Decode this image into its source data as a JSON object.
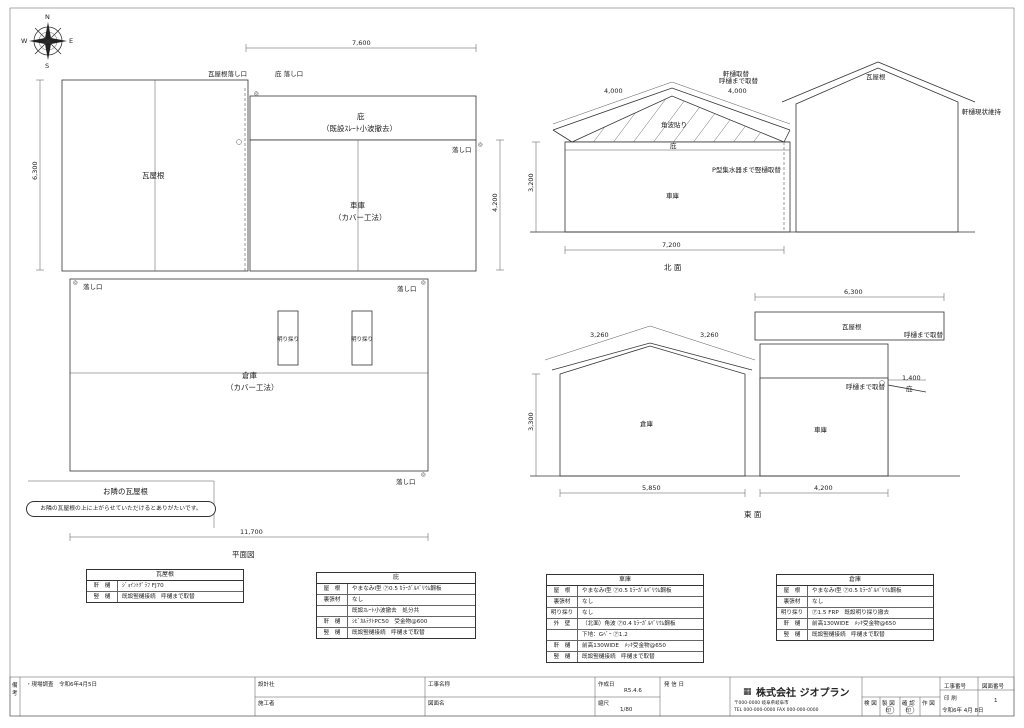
{
  "compass": {
    "n": "N",
    "s": "S",
    "e": "E",
    "w": "W"
  },
  "plan": {
    "caption": "平面図",
    "dims": {
      "top": "7,600",
      "left": "6,300",
      "right": "4,200",
      "bottom": "11,700"
    },
    "labels": {
      "tile_roof": "瓦屋根",
      "tile_roof_drain": "瓦屋根落し口",
      "eave_drain": "庇 落し口",
      "eave_title": "庇",
      "eave_sub": "（既設ｽﾚｰﾄ小波撤去）",
      "garage_title": "車庫",
      "garage_sub": "（カバー工法）",
      "drain_right": "落し口",
      "drain_wh_left": "落し口",
      "drain_wh_right": "落し口",
      "drain_bottom": "落し口",
      "skylight_1": "明り採り",
      "skylight_2": "明り採り",
      "warehouse_title": "倉庫",
      "warehouse_sub": "（カバー工法）"
    },
    "neighbor_box_title": "お隣の瓦屋根",
    "neighbor_note": "お隣の瓦屋根の上に上がらせていただけるとありがたいです。"
  },
  "north": {
    "caption": "北 面",
    "dims": {
      "slope_left": "4,000",
      "slope_right": "4,000",
      "height": "3,200",
      "width": "7,200"
    },
    "labels": {
      "gutter_ridge": "軒樋取替",
      "gutter_ridge2": "呼樋まで取替",
      "tile_roof": "瓦屋根",
      "gutter_keep": "軒樋現状維持",
      "triangle": "角波貼り",
      "eave": "庇",
      "collector": "P型集水器まで竪樋取替",
      "garage": "車庫"
    }
  },
  "east": {
    "caption": "東 面",
    "dims": {
      "slope_left": "3,260",
      "slope_right": "3,260",
      "height": "3,300",
      "top": "6,300",
      "eave": "1,400",
      "width_left": "5,850",
      "width_right": "4,200"
    },
    "labels": {
      "tile_roof": "瓦屋根",
      "gutter_top": "呼樋まで取替",
      "gutter_mid": "呼樋まで取替",
      "eave": "庇",
      "warehouse": "倉庫",
      "garage": "車庫"
    }
  },
  "specs": {
    "tile": {
      "title": "瓦屋根",
      "rows": [
        {
          "label": "軒　樋",
          "value": "ｼﾞｮｲﾝﾄｸﾞﾗﾌ FJ70"
        },
        {
          "label": "竪　樋",
          "value": "既設竪樋接続　呼樋まで取替"
        }
      ]
    },
    "eave": {
      "title": "庇",
      "rows": [
        {
          "label": "屋　根",
          "value": "やまなみⅠ型 ㋐0.5 ｶﾗｰｶﾞﾙﾊﾞﾘｳﾑ鋼板"
        },
        {
          "label": "裏張材",
          "value": "なし"
        },
        {
          "label": "",
          "value": "既設ｽﾚｰﾄ小波撤去　処分共"
        },
        {
          "label": "軒　樋",
          "value": "ｼﾋﾞｶﾙﾃｸﾄPC50　受金物@600"
        },
        {
          "label": "竪　樋",
          "value": "既設竪樋接続　呼樋まで取替"
        }
      ]
    },
    "garage": {
      "title": "車庫",
      "rows": [
        {
          "label": "屋　根",
          "value": "やまなみⅠ型 ㋐0.5 ｶﾗｰｶﾞﾙﾊﾞﾘｳﾑ鋼板"
        },
        {
          "label": "裏張材",
          "value": "なし"
        },
        {
          "label": "明り採り",
          "value": "なし"
        },
        {
          "label": "外　壁",
          "value": "（北面）角波 ㋐0.4 ｶﾗｰｶﾞﾙﾊﾞﾘｳﾑ鋼板"
        },
        {
          "label": "",
          "value": "下地：Gﾍﾞｰ ㋐1.2"
        },
        {
          "label": "軒　樋",
          "value": "前高130WIDE　ﾒｯｷ受金物@650"
        },
        {
          "label": "竪　樋",
          "value": "既設竪樋接続　呼樋まで取替"
        }
      ]
    },
    "warehouse": {
      "title": "倉庫",
      "rows": [
        {
          "label": "屋　根",
          "value": "やまなみⅠ型 ㋐0.5 ｶﾗｰｶﾞﾙﾊﾞﾘｳﾑ鋼板"
        },
        {
          "label": "裏張材",
          "value": "なし"
        },
        {
          "label": "明り採り",
          "value": "㋐1.5 FRP　既設明り採り撤去"
        },
        {
          "label": "軒　樋",
          "value": "前高130WIDE　ﾒｯｷ受金物@650"
        },
        {
          "label": "竪　樋",
          "value": "既設竪樋接続　呼樋まで取替"
        }
      ]
    }
  },
  "title_block": {
    "side_label": "備\n考",
    "note": "・現場調査　令和6年4月5日",
    "design_label": "設計社",
    "builder_label": "施工者",
    "project_label": "工事名称",
    "drawing_label": "図面名",
    "date_label": "作成日",
    "date_value": "R5.4.6",
    "scale_label": "縮尺",
    "scale_value": "1/80",
    "order_label": "発 信 日",
    "company": "株式会社 ジオプラン",
    "company_addr": "〒000-0000  岐阜県岐阜市",
    "company_tel": "TEL 000-000-0000  FAX 000-000-0000",
    "stamp_labels": [
      "検 図",
      "製 図",
      "確 認",
      "作 図"
    ],
    "job_no_label": "工事番号",
    "page_label": "図面番号",
    "page_no": "1",
    "stamp_1": "印",
    "stamp_2": "印",
    "ref_label": "印 刷",
    "issue_date": "令和6年 4月 8日"
  }
}
